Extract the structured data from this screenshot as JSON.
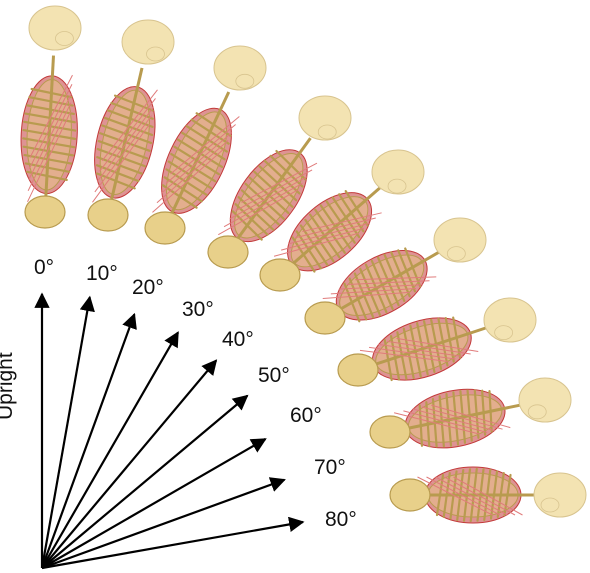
{
  "figure": {
    "axis_label": "Upright",
    "angles": [
      {
        "label": "0°",
        "deg": 0
      },
      {
        "label": "10°",
        "deg": 10
      },
      {
        "label": "20°",
        "deg": 20
      },
      {
        "label": "30°",
        "deg": 30
      },
      {
        "label": "40°",
        "deg": 40
      },
      {
        "label": "50°",
        "deg": 50
      },
      {
        "label": "60°",
        "deg": 60
      },
      {
        "label": "70°",
        "deg": 70
      },
      {
        "label": "80°",
        "deg": 80
      }
    ],
    "colors": {
      "bone": "#e8d08a",
      "bone_edge": "#b89b4f",
      "skull": "#f3e3b2",
      "muscle": "#c23a3a",
      "muscle_light": "#e07b7b",
      "arrow": "#000000"
    }
  }
}
